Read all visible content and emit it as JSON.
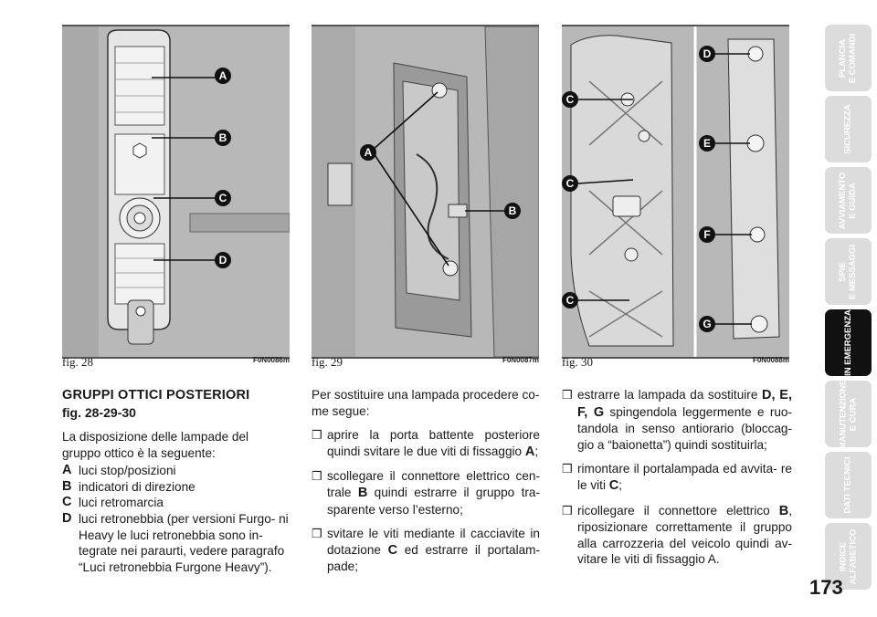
{
  "figures": [
    {
      "label": "fig. 28",
      "code": "F0N0086m",
      "callouts": [
        "A",
        "B",
        "C",
        "D"
      ]
    },
    {
      "label": "fig. 29",
      "code": "F0N0087m",
      "callouts": [
        "A",
        "B"
      ]
    },
    {
      "label": "fig. 30",
      "code": "F0N0088m",
      "callouts": [
        "D",
        "C",
        "E",
        "C",
        "F",
        "C",
        "G"
      ]
    }
  ],
  "column1": {
    "heading": "GRUPPI OTTICI POSTERIORI",
    "subheading": "fig. 28-29-30",
    "intro": "La disposizione delle lampade del gruppo ottico è la seguente:",
    "legend": [
      {
        "key": "A",
        "text": "luci stop/posizioni"
      },
      {
        "key": "B",
        "text": "indicatori di direzione"
      },
      {
        "key": "C",
        "text": "luci retromarcia"
      },
      {
        "key": "D",
        "text": "luci retronebbia (per versioni Furgo- ni Heavy le luci retronebbia sono in- tegrate nei paraurti, vedere paragrafo “Luci retronebbia Furgone Heavy”)."
      }
    ]
  },
  "column2": {
    "intro": "Per sostituire una lampada procedere co- me segue:",
    "steps": [
      {
        "pre": "aprire la porta battente posteriore quindi svitare le due viti di fissaggio ",
        "b1": "A",
        "mid": ";",
        "b2": "",
        "post": ""
      },
      {
        "pre": "scollegare il connettore elettrico cen- trale ",
        "b1": "B",
        "mid": " quindi estrarre il gruppo tra- sparente verso l’esterno;",
        "b2": "",
        "post": ""
      },
      {
        "pre": "svitare le viti mediante il cacciavite in dotazione ",
        "b1": "C",
        "mid": " ed estrarre il portalam- pade;",
        "b2": "",
        "post": ""
      }
    ]
  },
  "column3": {
    "steps": [
      {
        "pre": "estrarre la lampada da sostituire ",
        "keys": "D, E, F, G",
        "post": " spingendola leggermente e ruo- tandola in senso antiorario (bloccag- gio a “baionetta”) quindi sostituirla;"
      },
      {
        "pre": "rimontare il portalampada ed avvita- re le viti ",
        "keys": "C",
        "post": ";"
      },
      {
        "pre": "ricollegare il connettore elettrico ",
        "keys": "B",
        "post": ", riposizionare correttamente il gruppo alla carrozzeria del veicolo quindi av- vitare le viti di fissaggio A."
      }
    ]
  },
  "bullet_glyph": "❒",
  "tabs": [
    {
      "label": "PLANCIA\nE COMANDI",
      "active": false
    },
    {
      "label": "SICUREZZA",
      "active": false
    },
    {
      "label": "AVVIAMENTO\nE GUIDA",
      "active": false
    },
    {
      "label": "SPIE\nE MESSAGGI",
      "active": false
    },
    {
      "label": "IN EMERGENZA",
      "active": true
    },
    {
      "label": "MANUTENZIONE\nE CURA",
      "active": false
    },
    {
      "label": "DATI TECNICI",
      "active": false
    },
    {
      "label": "INDICE\nALFABETICO",
      "active": false
    }
  ],
  "page_number": "173",
  "colors": {
    "accent": "#111111",
    "tab_inactive": "#dcdcdc",
    "figure_bg": "#b5b5b5"
  }
}
